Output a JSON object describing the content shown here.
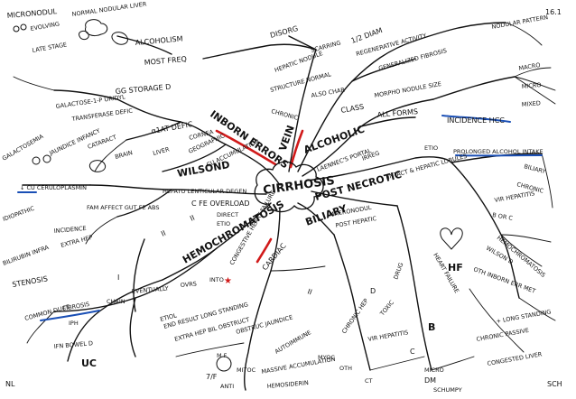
{
  "page_number": "16.1",
  "center": {
    "label": "CIRRHOSIS"
  },
  "initials": {
    "left": "NL",
    "right": "SCH"
  },
  "branches": {
    "alcoholic": "ALCOHOLIC",
    "post_necrotic": "POST NECROTIC",
    "biliary": "BILIARY",
    "inborn_errors": "INBORN ERRORS",
    "wilsond": "WILSOND",
    "hemochromatosis": "HEMOCHROMATOSIS",
    "vein": "VEIN",
    "cardiac": "CARDIAC"
  },
  "labels": {
    "micronodul": "MICRONODUL",
    "evolving": "EVOLVING",
    "normal_nodular_liver": "NORMAL NODULAR LIVER",
    "late_stage": "LATE STAGE",
    "alcoholism": "ALCOHOLISM",
    "most_freq": "MOST FREQ",
    "disorg": "DISORG",
    "scarring": "SCARRING",
    "hepatic_nodule": "HEPATIC NODULE",
    "structure_normal": "STRUCTURE NORMAL",
    "ail_diam": "1/2 DIAM",
    "regenerative_activity": "REGENERATIVE ACTIVITY",
    "generalized_fibrosis": "GENERALIZED FIBROSIS",
    "nodular_pattern": "NODULAR PATTERN",
    "chronic": "CHRONIC",
    "also_char": "ALSO CHAR",
    "class": "CLASS",
    "morpho_nodule_size": "MORPHO NODULE SIZE",
    "macro": "MACRO",
    "micro": "MICRO",
    "mixed": "MIXED",
    "all_forms": "ALL FORMS",
    "incidence_hcc": "INCIDENCE HCC",
    "gg_storage_d": "GG STORAGE D",
    "galactose_1p": "GALACTOSE-1-P URIDYL",
    "transferase_defic": "TRANSFERASE DEFIC",
    "a1at_defic": "α1AT DEFIC",
    "galactosemia": "GALACTOSEMIA",
    "jaundice_infancy": "JAUNDICE INFANCY",
    "cataract": "CATARACT",
    "brain": "BRAIN",
    "liver": "LIVER",
    "cornea": "CORNEA",
    "geographic": "GEOGRAPHIC",
    "cu_accumulation": "CU ACCUMULATION",
    "cu_ceruloplasmin": "↓ CU CERULOPLASMIN",
    "hepato_lenticular": "HEPATO LENTICULAR DEGEN",
    "fam_affect": "FAM AFFECT GUT FE ABS",
    "c_fe_overload": "C FE OVERLOAD",
    "direct": "DIRECT",
    "etio": "ETIO",
    "idiopathic": "IDIOPATHIC",
    "incidence": "INCIDENCE",
    "bilirubin_infra": "BILIRUBIN INFRA",
    "extra_hep": "EXTRA HEP",
    "stenosis": "STENOSIS",
    "common_duct": "COMMON DUCT",
    "fibrosis": "FIBROSIS",
    "iph": "IPH",
    "chain": "CHAIN",
    "eventually": "EVENTUALLY",
    "ovrs": "OVRS",
    "into": "INTO",
    "etiol": "ETIOL",
    "ifn_bowel_d": "IFN BOWEL D",
    "uc": "UC",
    "congestive_hf": "CONGESTIVE HEART FAILURE",
    "end_result": "END RESULT LONG STANDING",
    "extra_hep_bil": "EXTRA HEP BIL OBSTRUCT",
    "obstruc_jaundice": "OBSTRUC JAUNDICE",
    "autoimmune": "AUTOIMMUNE",
    "m_f": "M F",
    "seven_f": "7/F",
    "anti": "ANTI",
    "mitoc": "MITOC",
    "massive_accumulation": "MASSIVE ACCUMULATION",
    "hemosiderin": "HEMOSIDERIN",
    "chronic_hep": "CHRONIC HEP",
    "alcohol_dw": "LAENNEC'S PORTAL",
    "irreg": "IRREG",
    "intact_hepatic_lobules": "INTACT & HEPATIC LOBULES",
    "macronodul": "MACRONODUL",
    "post_hepatic": "POST HEPATIC",
    "b": "B",
    "c": "C",
    "d": "D",
    "viral_hepatitis": "VIR HEPATITIS",
    "toxic": "TOXIC",
    "drug": "DRUG",
    "myoc": "MYOC",
    "oth": "OTH",
    "ct": "CT",
    "micro2": "MICRO",
    "dm": "DM",
    "stumpy": "SCHUMPY",
    "prolonged_alcohol": "PROLONGED ALCOHOL INTAKE",
    "biliary_cirrh": "BILIARY",
    "chronic2": "CHRONIC",
    "viral_hepatitis2": "VIR HEPATITIS",
    "b_or_c": "B OR C",
    "wilson_d": "WILSON D",
    "hemochromatosis2": "HEMOCHROMATOSIS",
    "oth_inborn": "OTH INBORN ERR MET",
    "hf": "HF",
    "heart_failure": "HEART FAILURE",
    "long_standing": "+ LONG STANDING",
    "chronic_passive": "CHRONIC PASSIVE",
    "congested_liver": "CONGESTED LIVER"
  }
}
